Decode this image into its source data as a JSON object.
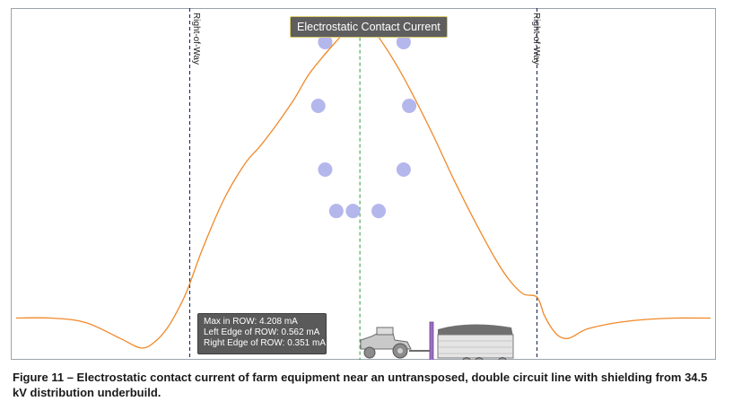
{
  "chart_data": {
    "type": "line",
    "title": "Electrostatic Contact Current",
    "xlabel": "",
    "ylabel": "",
    "grid": false,
    "x_range": [
      0,
      100
    ],
    "y_range": [
      -0.55,
      4.8
    ],
    "row_label": "Right-of-Way",
    "row_edges": [
      25,
      75
    ],
    "centerline": 49.5,
    "series": [
      {
        "color": "#f0892a",
        "x": [
          0,
          5,
          10,
          15,
          18,
          20,
          22,
          24,
          25,
          27,
          30,
          33,
          35,
          37,
          40,
          42,
          44,
          46,
          48,
          49.5,
          51,
          53,
          55,
          57,
          60,
          63,
          66,
          69,
          71,
          73,
          75,
          76,
          77,
          78,
          79,
          80,
          82,
          85,
          88,
          91,
          95,
          100
        ],
        "y": [
          0.02,
          0.02,
          -0.05,
          -0.3,
          -0.45,
          -0.35,
          -0.1,
          0.3,
          0.56,
          1.15,
          1.9,
          2.45,
          2.7,
          2.98,
          3.45,
          3.82,
          4.1,
          4.35,
          4.58,
          4.7,
          4.6,
          4.3,
          3.95,
          3.55,
          2.9,
          2.2,
          1.55,
          0.95,
          0.62,
          0.4,
          0.35,
          0.08,
          -0.12,
          -0.25,
          -0.3,
          -0.28,
          -0.16,
          -0.08,
          -0.03,
          0,
          0.02,
          0.02
        ]
      }
    ],
    "conductors": [
      {
        "x": 44.5,
        "y": 4.35
      },
      {
        "x": 55.8,
        "y": 4.35
      },
      {
        "x": 43.5,
        "y": 3.35
      },
      {
        "x": 56.6,
        "y": 3.35
      },
      {
        "x": 44.5,
        "y": 2.35
      },
      {
        "x": 55.8,
        "y": 2.35
      },
      {
        "x": 46.1,
        "y": 1.7
      },
      {
        "x": 48.5,
        "y": 1.7
      },
      {
        "x": 52.2,
        "y": 1.7
      }
    ],
    "stats": {
      "max_in_row": "Max in ROW: 4.208 mA",
      "left_edge": "Left Edge of ROW: 0.562 mA",
      "right_edge": "Right Edge of ROW: 0.351 mA"
    }
  },
  "colors": {
    "curve": "#f0892a",
    "row_line": "#1f2a5c",
    "centerline": "#2e9a3a",
    "conductor": "#b4b7ec",
    "equipment": "#9a9a9a",
    "equipment_accent": "#8a5fb0"
  },
  "caption": "Figure 11 – Electrostatic contact current of farm equipment near an untransposed, double circuit line with shielding from 34.5 kV distribution underbuild."
}
